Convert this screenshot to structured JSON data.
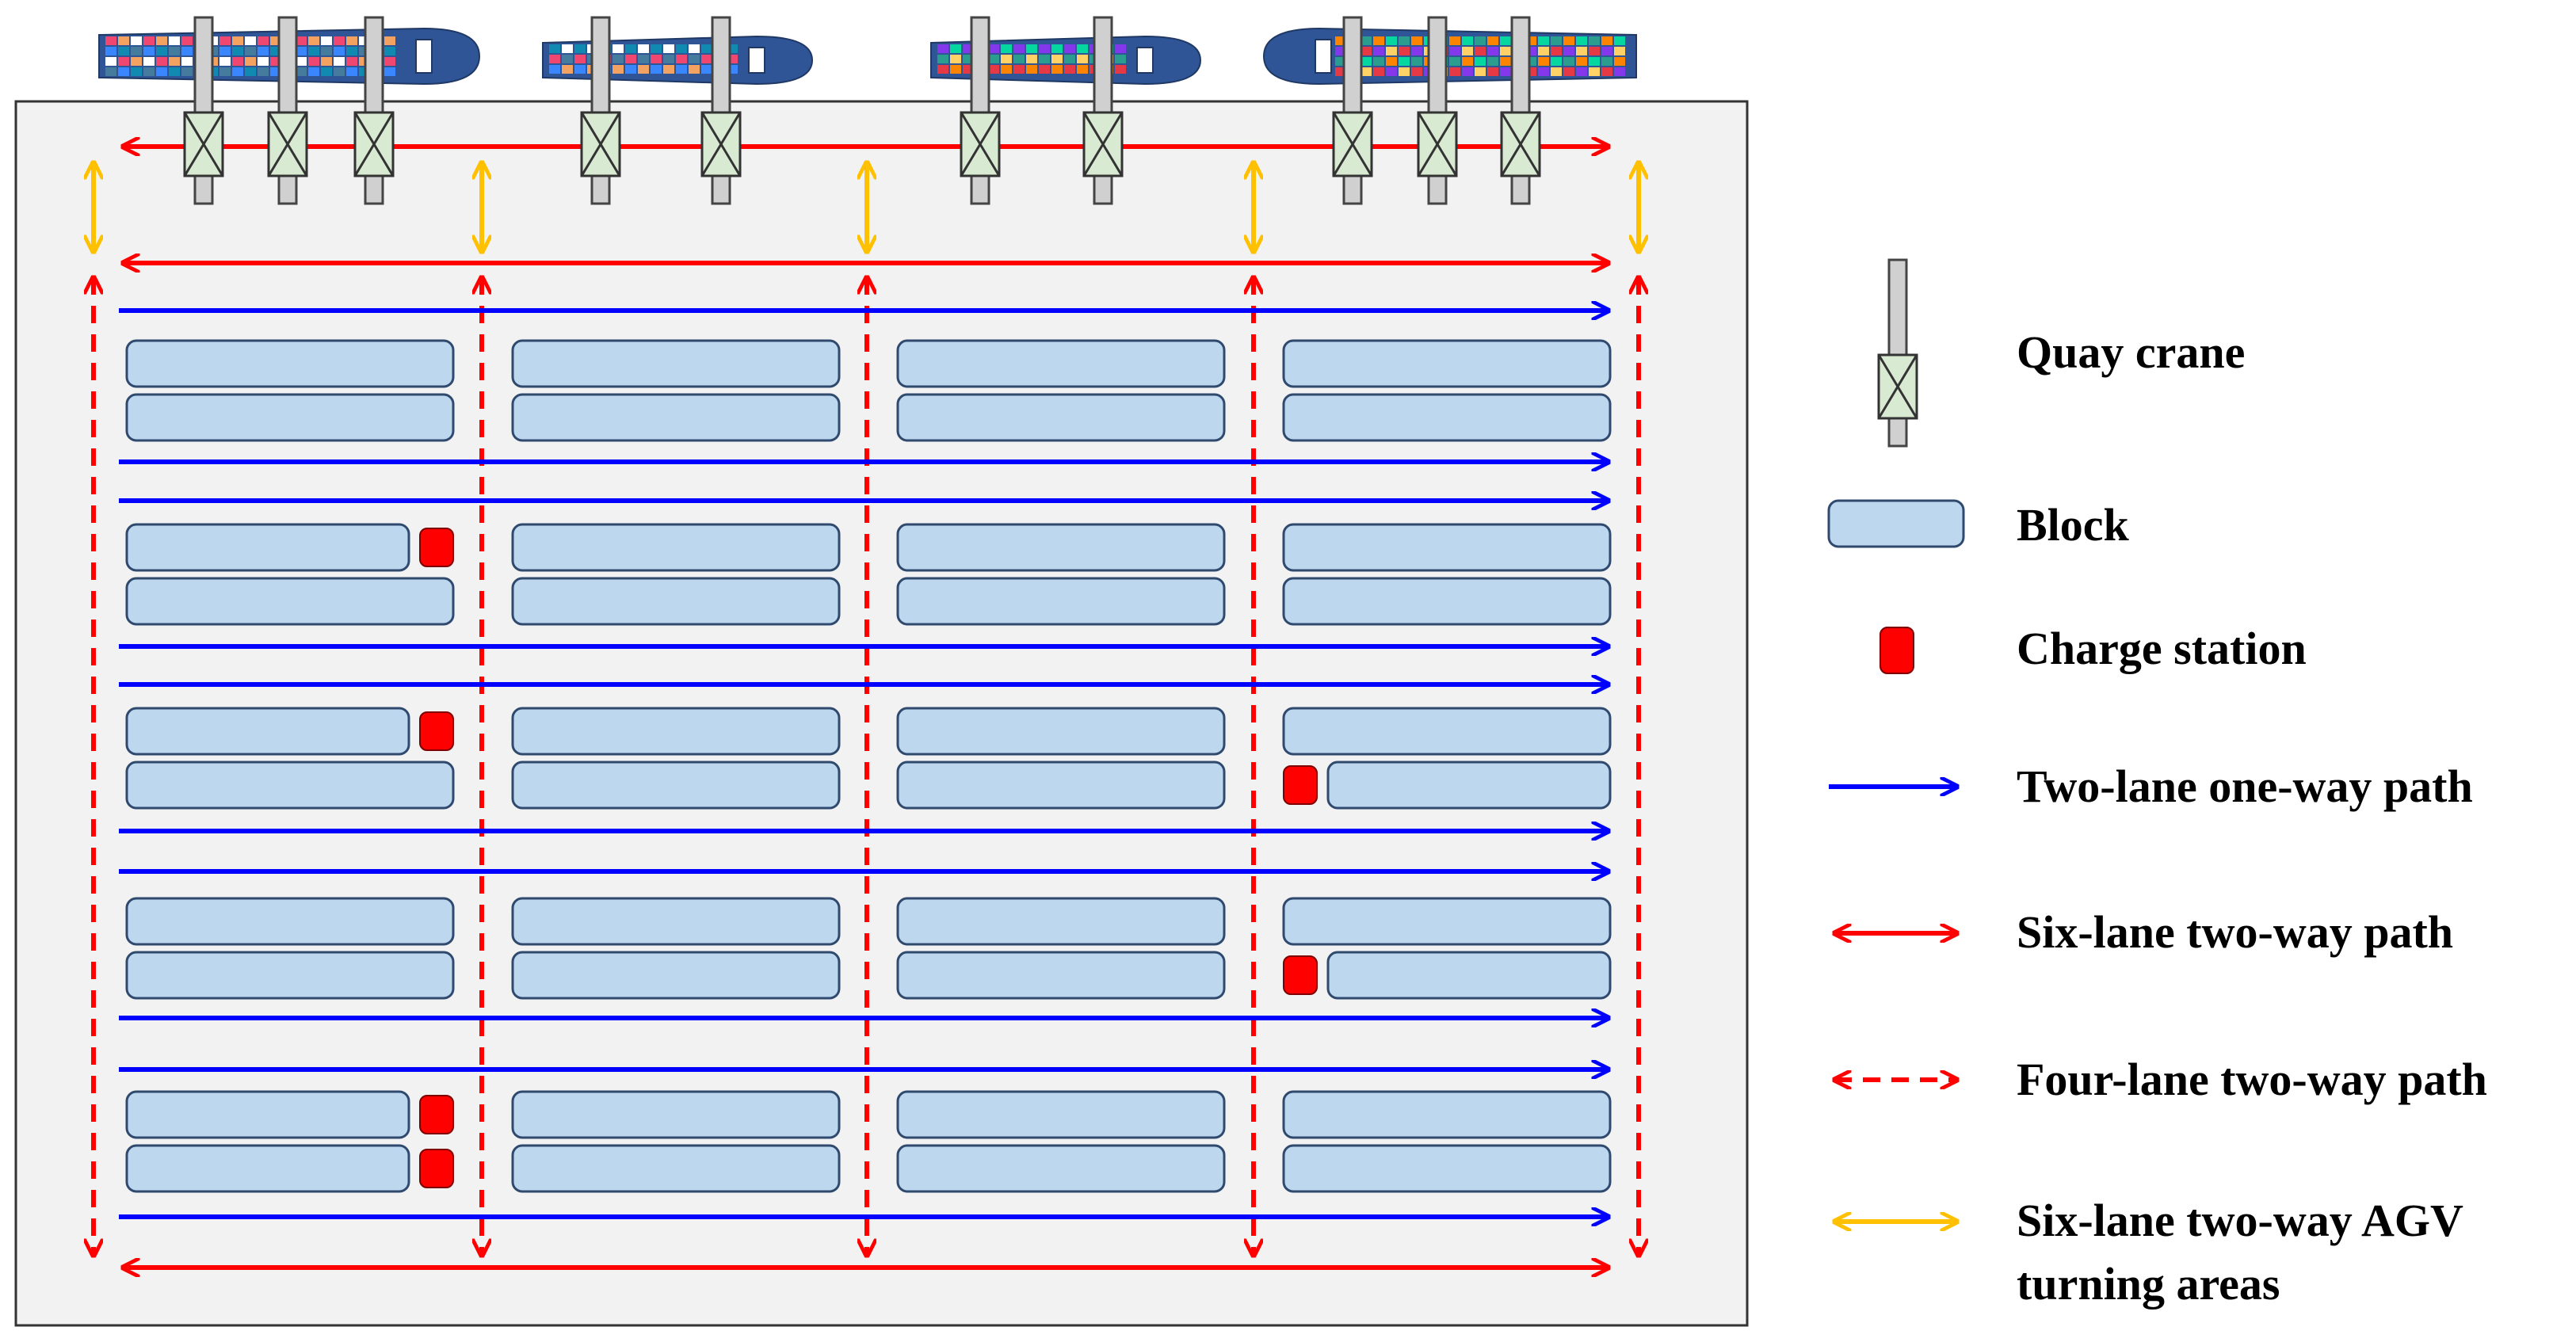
{
  "legend": {
    "quay_crane": "Quay crane",
    "block": "Block",
    "charge_station": "Charge station",
    "two_lane_one_way": "Two-lane one-way path",
    "six_lane_two_way": "Six-lane two-way path",
    "four_lane_two_way": "Four-lane two-way path",
    "agv_turning_line1": "Six-lane two-way AGV",
    "agv_turning_line2": "turning areas"
  },
  "colors": {
    "yard_background": "#f2f2f2",
    "block_fill": "#bdd7ee",
    "block_stroke": "#2f4a6e",
    "charge_station": "#ff0000",
    "one_way_path": "#0000ff",
    "two_way_path": "#ff0000",
    "agv_turning": "#ffc000",
    "crane_trolley": "#d9ead3",
    "crane_rail": "#d0d0d0",
    "ship_hull": "#2f5597"
  },
  "icons": {
    "ship": "container-ship-icon",
    "crane": "quay-crane-icon"
  }
}
